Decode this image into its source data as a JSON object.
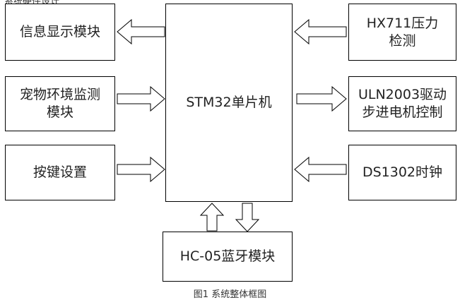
{
  "heading_partial": "系统硬件设计",
  "center": "STM32单片机",
  "left": [
    {
      "label": "信息显示模块",
      "direction": "out"
    },
    {
      "label": "宠物环境监测模块",
      "direction": "in"
    },
    {
      "label": "按键设置",
      "direction": "in"
    }
  ],
  "right": [
    {
      "label": "HX711压力检测",
      "direction": "in"
    },
    {
      "label": "ULN2003驱动步进电机控制",
      "direction": "out"
    },
    {
      "label": "DS1302时钟",
      "direction": "in"
    }
  ],
  "bottom": {
    "label": "HC-05蓝牙模块",
    "direction": "bidirectional"
  },
  "caption": "图1 系统整体框图"
}
